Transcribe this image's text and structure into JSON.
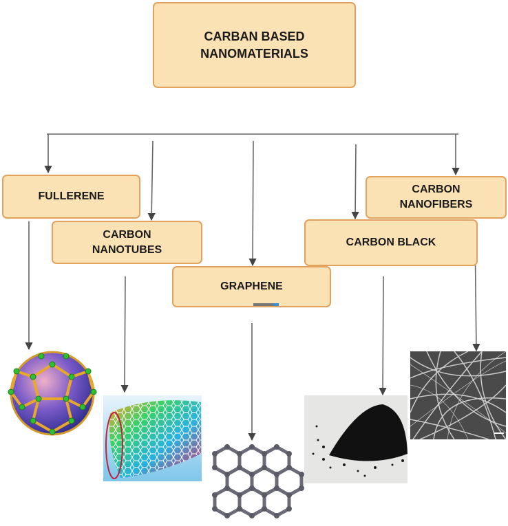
{
  "diagram": {
    "root": {
      "label": "CARBAN BASED\nNANOMATERIALS"
    },
    "categories": [
      {
        "id": "fullerene",
        "label": "FULLERENE"
      },
      {
        "id": "nanotubes",
        "label": "CARBON\nNANOTUBES"
      },
      {
        "id": "graphene",
        "label": "GRAPHENE"
      },
      {
        "id": "black",
        "label": "CARBON BLACK"
      },
      {
        "id": "nanofibers",
        "label": "CARBON\nNANOFIBERS"
      }
    ]
  },
  "colors": {
    "box_fill": "#fbe2b4",
    "box_border": "#e2a15c",
    "connector": "#555555"
  },
  "illustrations": [
    "fullerene-molecule-icon",
    "carbon-nanotube-icon",
    "graphene-lattice-icon",
    "carbon-black-powder-icon",
    "carbon-nanofiber-mesh-icon"
  ]
}
